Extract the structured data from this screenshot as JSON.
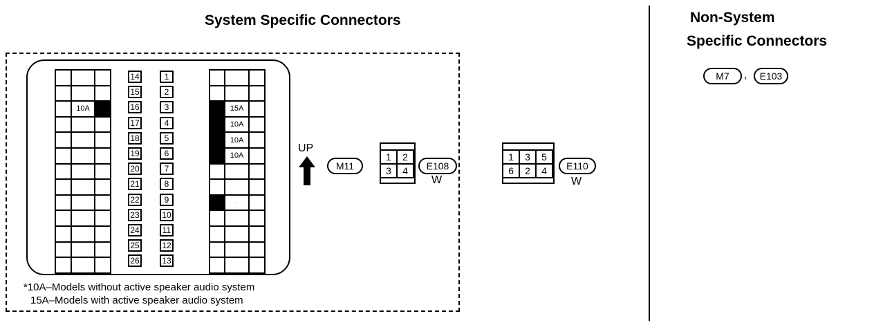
{
  "titles": {
    "system_specific": "System Specific Connectors",
    "non_system_line1": "Non-System",
    "non_system_line2": "Specific Connectors"
  },
  "fuse_block": {
    "left_grid": [
      [
        "",
        "",
        ""
      ],
      [
        "",
        "",
        ""
      ],
      [
        "",
        "10A",
        "#"
      ],
      [
        "",
        "",
        ""
      ],
      [
        "",
        "",
        ""
      ],
      [
        "",
        "",
        ""
      ],
      [
        "",
        "",
        ""
      ],
      [
        "",
        "",
        ""
      ],
      [
        "",
        "",
        ""
      ],
      [
        "",
        "",
        ""
      ],
      [
        "",
        "",
        ""
      ],
      [
        "",
        "",
        ""
      ],
      [
        "",
        "",
        ""
      ]
    ],
    "left_numbers": [
      "14",
      "15",
      "16",
      "17",
      "18",
      "19",
      "20",
      "21",
      "22",
      "23",
      "24",
      "25",
      "26"
    ],
    "right_numbers": [
      "1",
      "2",
      "3",
      "4",
      "5",
      "6",
      "7",
      "8",
      "9",
      "10",
      "11",
      "12",
      "13"
    ],
    "right_grid": [
      [
        "",
        "",
        ""
      ],
      [
        "",
        "",
        ""
      ],
      [
        "#",
        "15A",
        ""
      ],
      [
        "#",
        "10A",
        ""
      ],
      [
        "#",
        "10A",
        ""
      ],
      [
        "#",
        "10A",
        ""
      ],
      [
        "",
        "",
        ""
      ],
      [
        "",
        "",
        ""
      ],
      [
        "#",
        "·",
        ""
      ],
      [
        "",
        "",
        ""
      ],
      [
        "",
        "",
        ""
      ],
      [
        "",
        "",
        ""
      ],
      [
        "",
        "",
        ""
      ]
    ],
    "notes": [
      "*10A–Models without active speaker audio system",
      " 15A–Models with active speaker audio system"
    ]
  },
  "orientation": {
    "up_label": "UP"
  },
  "connectors": {
    "m11": "M11",
    "e108": {
      "code": "E108",
      "color": "W",
      "pins": [
        "1",
        "2",
        "3",
        "4"
      ]
    },
    "e110": {
      "code": "E110",
      "color": "W",
      "pins": [
        "1",
        "3",
        "5",
        "6",
        "2",
        "4"
      ]
    },
    "m7": "M7",
    "separator": ",",
    "e103": "E103"
  }
}
